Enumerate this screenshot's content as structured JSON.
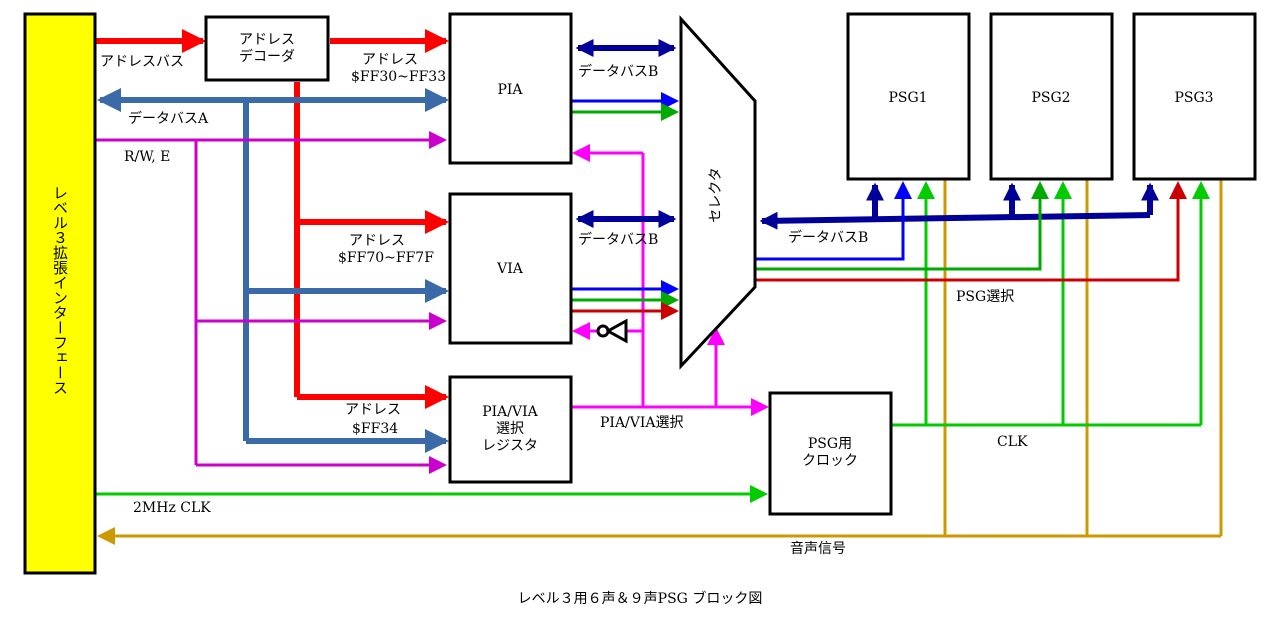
{
  "colors": {
    "address": "#ff0000",
    "databus_a": "#3a6aa8",
    "databus_b": "#000099",
    "rw": "#cc00cc",
    "select": "#ff00ff",
    "clk": "#00cc00",
    "sound": "#cc9900",
    "blue": "#0000ff",
    "green": "#00aa00",
    "red": "#cc0000",
    "interface": "#ffff00"
  },
  "blocks": {
    "interface": "レベル３拡張インターフェース",
    "decoder_line1": "アドレス",
    "decoder_line2": "デコーダ",
    "pia": "PIA",
    "via": "VIA",
    "reg_line1": "PIA/VIA",
    "reg_line2": "選択",
    "reg_line3": "レジスタ",
    "selector": "セレクタ",
    "psg1": "PSG1",
    "psg2": "PSG2",
    "psg3": "PSG3",
    "clock_line1": "PSG用",
    "clock_line2": "クロック"
  },
  "labels": {
    "address_bus": "アドレスバス",
    "addr_pia_1": "アドレス",
    "addr_pia_2": "$FF30~FF33",
    "databus_a": "データバスA",
    "rw_e": "R/W, E",
    "databus_b_pia": "データバスB",
    "addr_via_1": "アドレス",
    "addr_via_2": "$FF70~FF7F",
    "databus_b_via": "データバスB",
    "addr_reg_1": "アドレス",
    "addr_reg_2": "$FF34",
    "pia_via_select": "PIA/VIA選択",
    "databus_b_psg": "データバスB",
    "psg_select": "PSG選択",
    "clk": "CLK",
    "clk_2mhz": "2MHz CLK",
    "sound_signal": "音声信号"
  },
  "caption": "レベル３用６声＆９声PSG ブロック図"
}
